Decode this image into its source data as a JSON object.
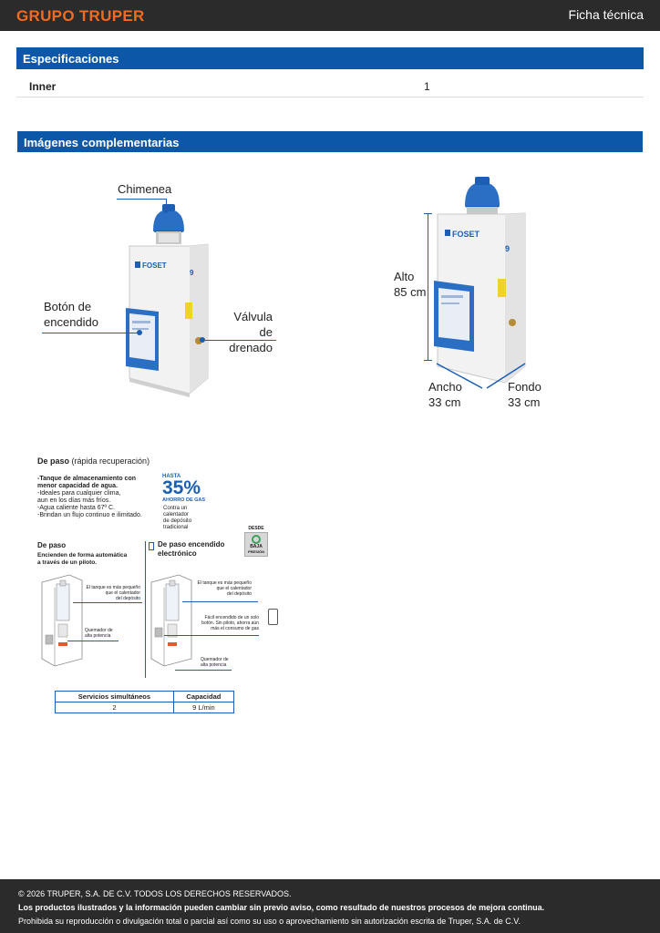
{
  "header": {
    "logo": "GRUPO TRUPER",
    "title": "Ficha técnica"
  },
  "specs": {
    "heading": "Especificaciones",
    "rows": [
      {
        "label": "Inner",
        "value": "1"
      }
    ]
  },
  "images": {
    "heading": "Imágenes complementarias"
  },
  "heater_left": {
    "brand": "FOSET",
    "model_label": "9",
    "callouts": {
      "chimney": "Chimenea",
      "button_l1": "Botón de",
      "button_l2": "encendido",
      "valve_l1": "Válvula de",
      "valve_l2": "drenado"
    }
  },
  "heater_right": {
    "brand": "FOSET",
    "model_label": "9",
    "height_l1": "Alto",
    "height_l2": "85 cm",
    "width_l1": "Ancho",
    "width_l2": "33 cm",
    "depth_l1": "Fondo",
    "depth_l2": "33 cm"
  },
  "infographic": {
    "title_bold": "De paso",
    "title_rest": " (rápida recuperación)",
    "bullets": [
      "-Tanque de almacenamiento con",
      " menor capacidad de agua.",
      "-Ideales para cualquier clima,",
      " aun en los días más fríos.",
      "-Agua caliente hasta 67º C.",
      "-Brindan un flujo continuo e ilimitado."
    ],
    "savings_top": "HASTA",
    "savings_pct": "35%",
    "savings_label": "AHORRO DE GAS",
    "savings_desc": [
      "Contra un",
      "calentador",
      "de depósito",
      "tradicional"
    ],
    "badge_top": "DESDE",
    "badge_mid": "BAJA",
    "badge_bottom": "PRESIÓN",
    "col1_title": "De paso",
    "col1_desc": [
      "Encienden de forma automática",
      "a través de un piloto."
    ],
    "col2_title": [
      "De paso encendido",
      "electrónico"
    ],
    "col1_notes": {
      "tank": [
        "El tanque es más pequeño",
        "que el calentador",
        "del depósito"
      ],
      "burner": [
        "Quemador de",
        "alta potencia"
      ]
    },
    "col2_notes": {
      "tank": [
        "El tanque es más pequeño",
        "que el calentador",
        "del depósito"
      ],
      "ignition": [
        "Fácil encendido de un solo",
        "botón. Sin piloto, ahorra aún",
        "más el consumo de gas"
      ],
      "burner": [
        "Quemador de",
        "alta potencia"
      ]
    }
  },
  "capacity_table": {
    "headers": [
      "Servicios simultáneos",
      "Capacidad"
    ],
    "rows": [
      [
        "2",
        "9 L/min"
      ]
    ]
  },
  "footer": {
    "line1": "© 2026 TRUPER, S.A. DE C.V. TODOS LOS DERECHOS RESERVADOS.",
    "line2": "Los productos ilustrados y la información pueden cambiar sin previo aviso, como resultado de nuestros procesos de mejora continua.",
    "line3": "Prohibida su reproducción o divulgación total o parcial así como su uso o aprovechamiento sin autorización escrita de Truper, S.A. de C.V."
  },
  "colors": {
    "accent_blue": "#0d57a8",
    "brand_orange": "#f26b21",
    "dark_bar": "#2b2b2b"
  }
}
